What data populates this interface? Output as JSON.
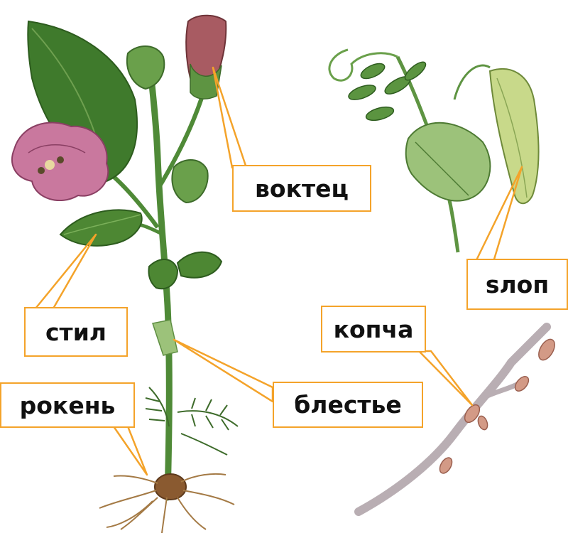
{
  "diagram": {
    "labels": {
      "flower": "воктец",
      "fruit": "ѕлоп",
      "bud": "копча",
      "leaf": "стил",
      "stem": "блестье",
      "root": "рокень"
    },
    "colors": {
      "callout_border": "#f4a32a",
      "callout_line": "#f4a32a",
      "label_text": "#111111",
      "leaf_green": "#3f7a2c",
      "flower_pink": "#c9789e",
      "pod_green": "#c8d98a",
      "twig_gray": "#b9aeb3"
    }
  }
}
